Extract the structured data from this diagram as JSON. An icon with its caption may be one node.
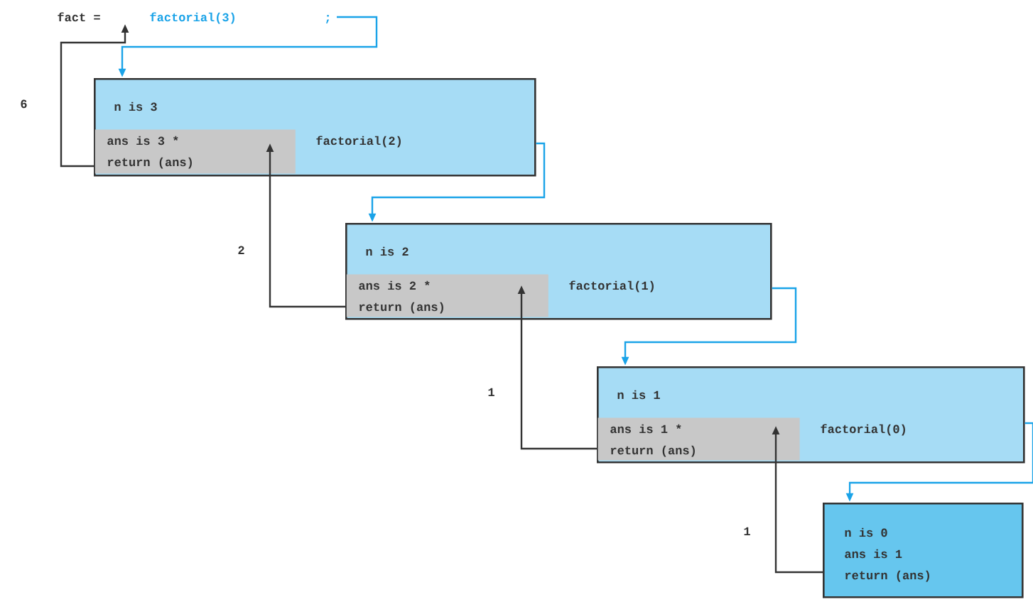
{
  "diagram": {
    "nodes": [
      {
        "text": [
          "fact =",
          "factorial(3)",
          ";"
        ]
      },
      {
        "text": [
          "n is 3",
          "factorial(2)"
        ]
      },
      {
        "text": [
          "ans is 3 *",
          "return (ans)"
        ],
        "in": 1
      },
      {
        "text": [
          "n is 2",
          "factorial(1)"
        ]
      },
      {
        "text": [
          "ans is 2 *",
          "return (ans)"
        ],
        "in": 3
      },
      {
        "text": [
          "n is 1",
          "factorial(0)"
        ]
      },
      {
        "text": [
          "ans is 1 *",
          "return (ans)"
        ],
        "in": 5
      },
      {
        "text": [
          "n is 0",
          "ans is 1",
          "return (ans)"
        ]
      }
    ],
    "edges": [
      {
        "from": 0,
        "to": 1,
        "arrow": "to",
        "color": "#1aa3e8"
      },
      {
        "from": 1,
        "to": 3,
        "arrow": "to",
        "color": "#1aa3e8"
      },
      {
        "from": 3,
        "to": 5,
        "arrow": "to",
        "color": "#1aa3e8"
      },
      {
        "from": 5,
        "to": 7,
        "arrow": "to",
        "color": "#1aa3e8"
      },
      {
        "from": 7,
        "to": 6,
        "arrow": "to",
        "label": "1",
        "color": "#333333"
      },
      {
        "from": 6,
        "to": 4,
        "arrow": "to",
        "label": "1",
        "color": "#333333"
      },
      {
        "from": 4,
        "to": 2,
        "arrow": "to",
        "label": "2",
        "color": "#333333"
      },
      {
        "from": 2,
        "to": 0,
        "arrow": "to",
        "label": "6",
        "color": "#333333"
      }
    ]
  }
}
